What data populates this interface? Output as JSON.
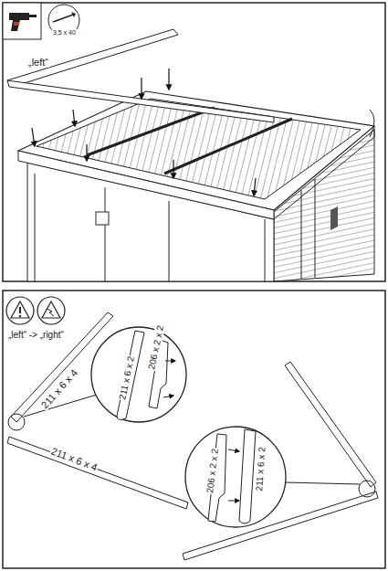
{
  "diagram": {
    "labels": [
      "3,5 x 40",
      "„left“",
      "„left“ -> „right“",
      "206 x 2 x 2",
      "211 x 6 x 2",
      "211 x 6 x 4",
      "211 x 6 x 4",
      "206 x 2 x 2",
      "211 x 6 x 2"
    ]
  }
}
